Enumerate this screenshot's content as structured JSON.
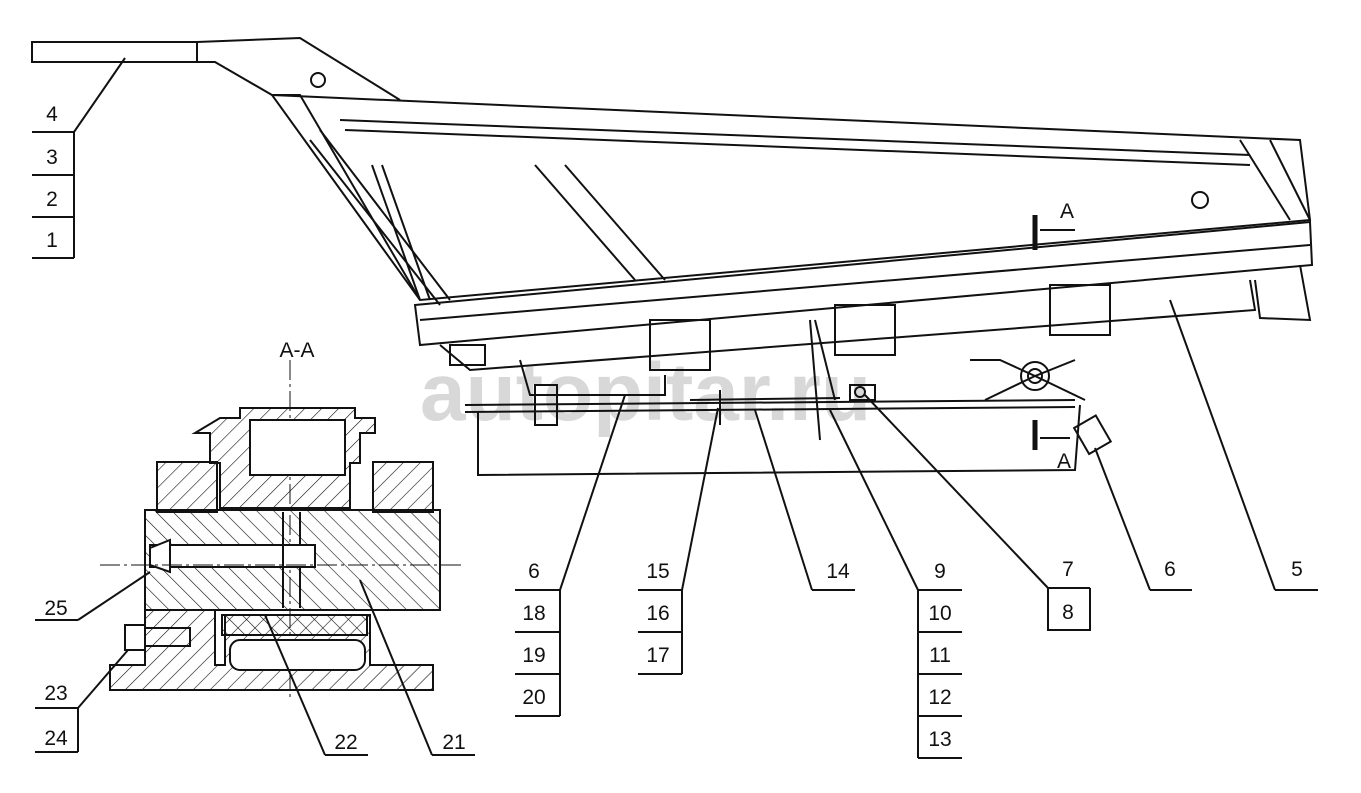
{
  "drawing": {
    "watermark": "autopitar.ru",
    "section_label": "A-A",
    "section_marker": "A",
    "callouts_left_stack": [
      "4",
      "3",
      "2",
      "1"
    ],
    "callouts_section": {
      "c25": "25",
      "c23": "23",
      "c24": "24",
      "c22": "22",
      "c21": "21"
    },
    "callout_groups": [
      [
        "6",
        "18",
        "19",
        "20"
      ],
      [
        "15",
        "16",
        "17"
      ],
      [
        "14"
      ],
      [
        "9",
        "10",
        "11",
        "12",
        "13"
      ],
      [
        "7",
        "8"
      ],
      [
        "6"
      ],
      [
        "5"
      ]
    ]
  }
}
